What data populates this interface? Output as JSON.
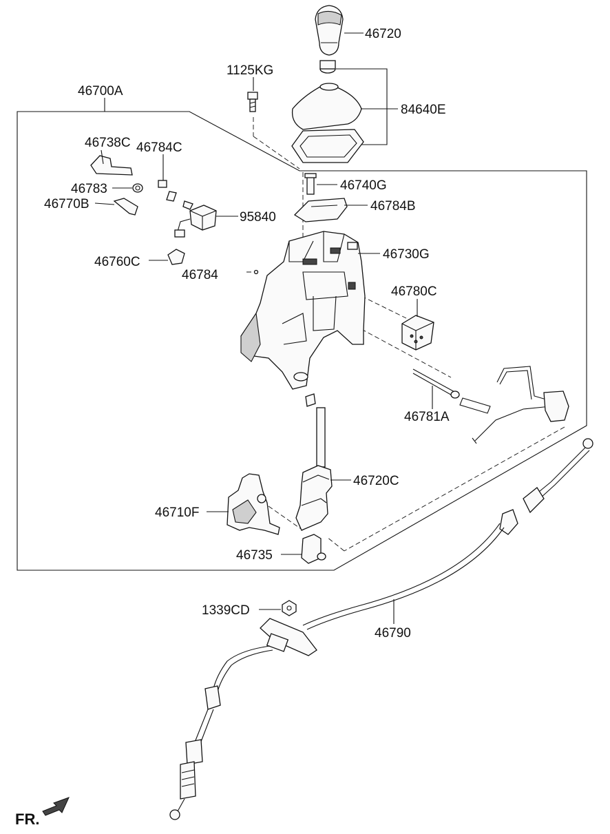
{
  "labels": {
    "p46720": "46720",
    "p1125KG": "1125KG",
    "p84640E": "84640E",
    "p46700A": "46700A",
    "p46738C": "46738C",
    "p46784C": "46784C",
    "p46783": "46783",
    "p46770B": "46770B",
    "p46740G": "46740G",
    "p46784B": "46784B",
    "p95840": "95840",
    "p46730G": "46730G",
    "p46760C": "46760C",
    "p46784": "46784",
    "p46780C": "46780C",
    "p46781A": "46781A",
    "p46720C": "46720C",
    "p46710F": "46710F",
    "p46735": "46735",
    "p1339CD": "1339CD",
    "p46790": "46790",
    "fr": "FR."
  },
  "colors": {
    "line": "#111111",
    "background": "#ffffff",
    "part_fill": "#fafafa",
    "shade": "#cfcfcf"
  }
}
